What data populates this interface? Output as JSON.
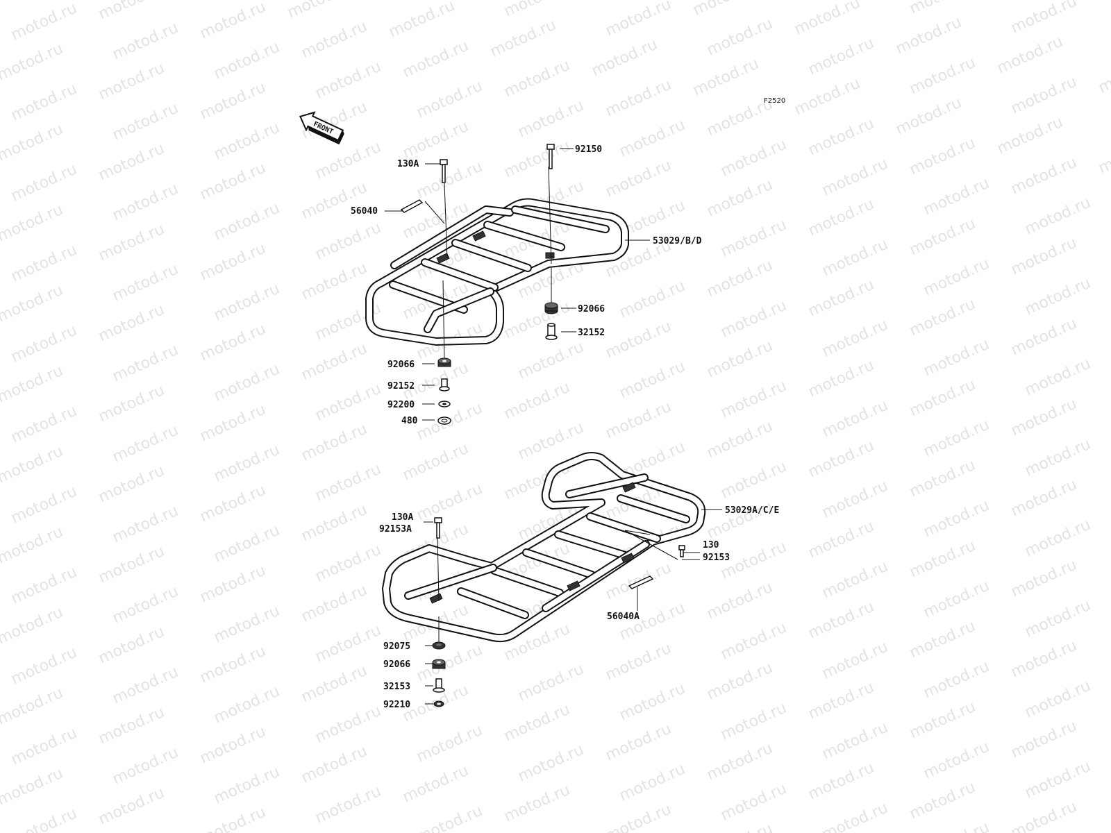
{
  "watermark": "motod.ru",
  "figure_id": "F2520",
  "front_arrow_label": "FRONT",
  "callouts": {
    "upper": {
      "c130a": "130A",
      "c92150": "92150",
      "c56040": "56040",
      "c53029bd": "53029/B/D",
      "c92066_right": "92066",
      "c32152": "32152",
      "c92066_left": "92066",
      "c92152": "92152",
      "c92200": "92200",
      "c480": "480"
    },
    "lower": {
      "c130a": "130A",
      "c92153a": "92153A",
      "c53029ace": "53029A/C/E",
      "c130": "130",
      "c92153": "92153",
      "c56040a": "56040A",
      "c92075": "92075",
      "c92066": "92066",
      "c32153": "32153",
      "c92210": "92210"
    }
  }
}
